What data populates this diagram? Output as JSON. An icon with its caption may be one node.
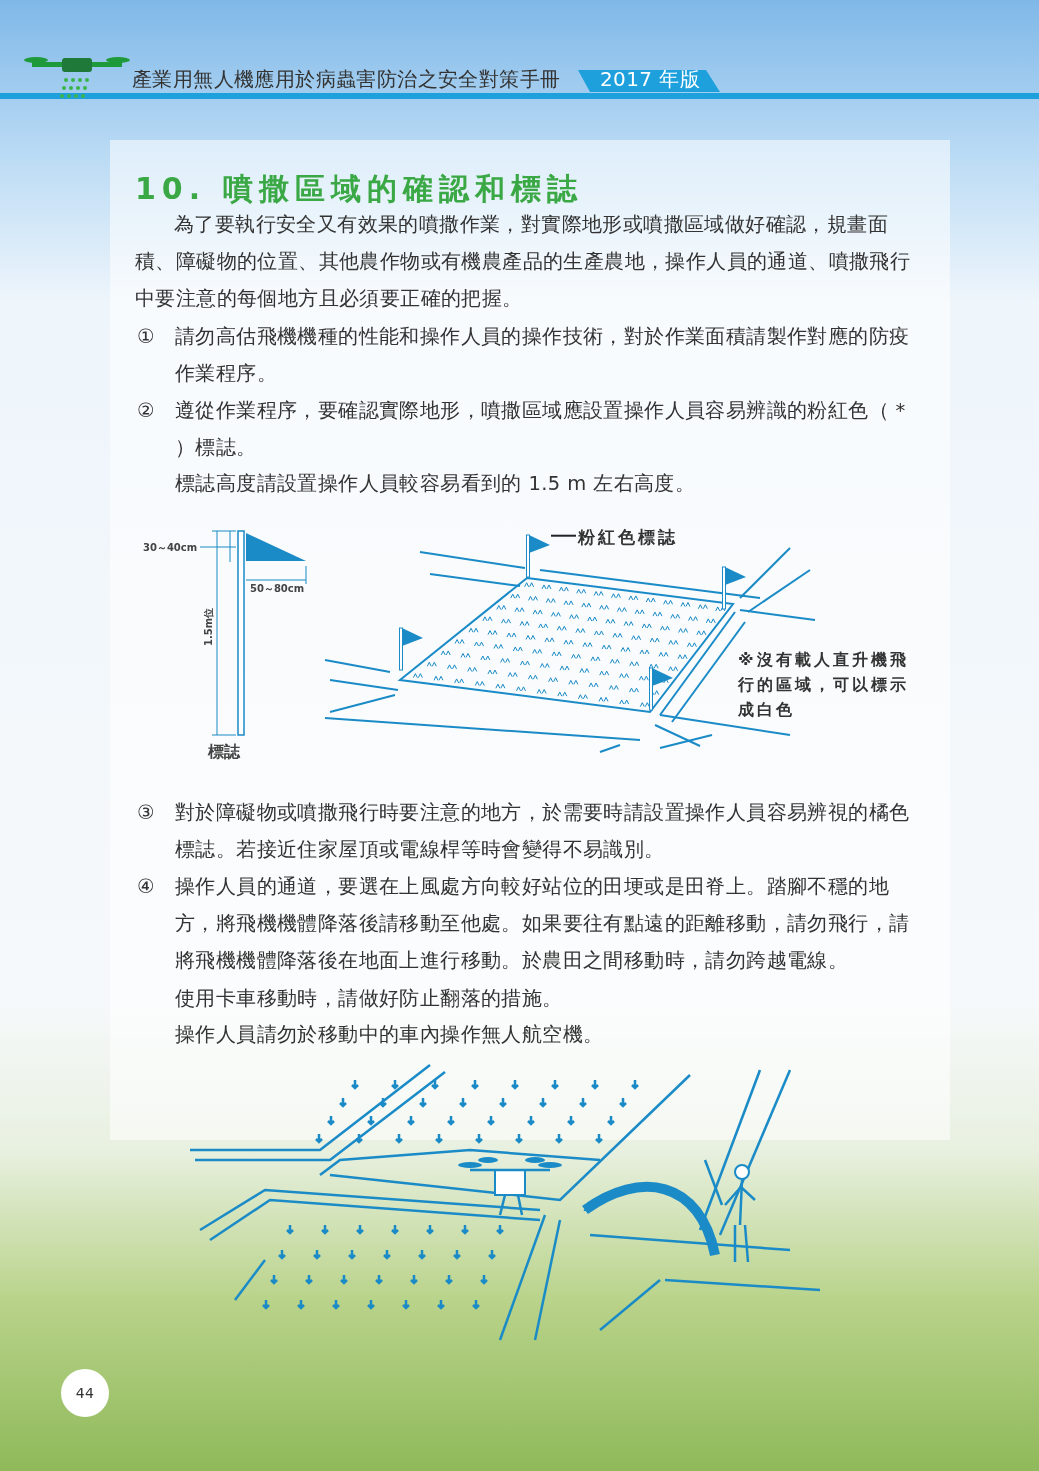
{
  "diagram": {
    "title": "10. 噴撒區域的確認和標誌",
    "nodes": [
      {
        "text": [
          "粉紅色標誌"
        ]
      },
      {
        "text": [],
        "shape": "picture"
      }
    ],
    "edges": [
      {
        "from": 0,
        "to": 1,
        "arrow": "none"
      }
    ],
    "labels": [
      "產業用無人機應用於病蟲害防治之安全對策手冊",
      "2017 年版",
      "為了要執行安全又有效果的噴撒作業，對實際地形或噴撒區域做好確認，規畫面積、障礙物的位置、其他農作物或有機農產品的生產農地，操作人員的通道、噴撒飛行中要注意的每個地方且必須要正確的把握。",
      "①",
      "請勿高估飛機機種的性能和操作人員的操作技術，對於作業面積請製作對應的防疫作業程序。",
      "②",
      "遵從作業程序，要確認實際地形，噴撒區域應設置操作人員容易辨識的粉紅色（ * ）標誌。",
      "標誌高度請設置操作人員較容易看到的 1.5 m 左右高度。",
      "30～40cm",
      "50～80cm",
      "1.5m位",
      "標誌",
      "※沒有載人直升機飛行的區域，可以標示成白色",
      "③",
      "對於障礙物或噴撒飛行時要注意的地方，於需要時請設置操作人員容易辨視的橘色標誌。若接近住家屋頂或電線桿等時會變得不易識別。",
      "④",
      "操作人員的通道，要選在上風處方向較好站位的田埂或是田脊上。踏腳不穩的地方，將飛機機體降落後請移動至他處。如果要往有點遠的距離移動，請勿飛行，請將飛機機體降落後在地面上進行移動。於農田之間移動時，請勿跨越電線。",
      "使用卡車移動時，請做好防止翻落的措施。",
      "操作人員請勿於移動中的車內操作無人航空機。",
      "44"
    ]
  }
}
